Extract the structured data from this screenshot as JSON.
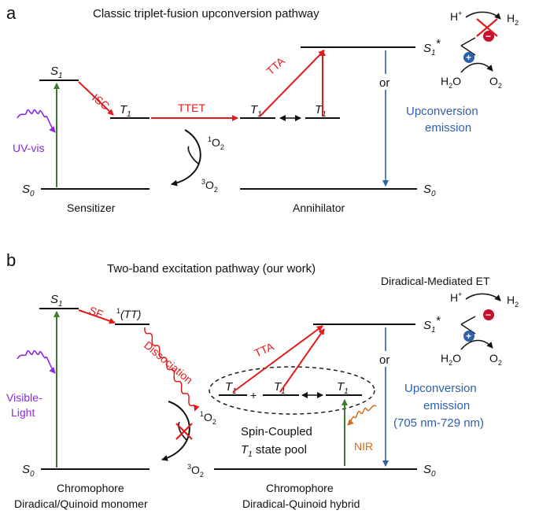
{
  "panel_a": {
    "label": "a",
    "title": "Classic triplet-fusion upconversion pathway",
    "sens_s1": "S",
    "sens_s1_sub": "1",
    "isc": "ISC",
    "sens_t1": "T",
    "sens_t1_sub": "1",
    "ttet": "TTET",
    "ann_t1a": "T",
    "ann_t1a_sub": "1",
    "ann_t1b": "T",
    "ann_t1b_sub": "1",
    "tta": "TTA",
    "s1star": "S",
    "s1star_sub": "1",
    "s1star_sup": "*",
    "or": "or",
    "emission_line1": "Upconversion",
    "emission_line2": "emission",
    "uv": "UV-vis",
    "singlet_o2_sup": "1",
    "singlet_o2": "O",
    "singlet_o2_sub": "2",
    "triplet_o2_sup": "3",
    "triplet_o2": "O",
    "triplet_o2_sub": "2",
    "sens_s0": "S",
    "sens_s0_sub": "0",
    "ann_s0": "S",
    "ann_s0_sub": "0",
    "sensitizer": "Sensitizer",
    "annihilator": "Annihilator",
    "hplus": "H",
    "hplus_sup": "+",
    "h2": "H",
    "h2_sub": "2",
    "h2o": "H",
    "h2o_sub": "2",
    "h2o_o": "O",
    "o2": "O",
    "o2_sub": "2",
    "minus": "−",
    "plus": "+"
  },
  "panel_b": {
    "label": "b",
    "title": "Two-band excitation pathway (our work)",
    "et_title": "Diradical-Mediated ET",
    "s1": "S",
    "s1_sub": "1",
    "sf": "SF",
    "tt_sup": "1",
    "tt": "(TT)",
    "dissociation": "Dissociation",
    "tta": "TTA",
    "s1star": "S",
    "s1star_sub": "1",
    "s1star_sup": "*",
    "or": "or",
    "t1a": "T",
    "t1a_sub": "1",
    "plus_sign": "+",
    "t1b": "T",
    "t1b_sub": "1",
    "t1c": "T",
    "t1c_sub": "1",
    "visible_line1": "Visible-",
    "visible_line2": "Light",
    "singlet_o2_sup": "1",
    "singlet_o2": "O",
    "singlet_o2_sub": "2",
    "triplet_o2_sup": "3",
    "triplet_o2": "O",
    "triplet_o2_sub": "2",
    "pool_line1": "Spin-Coupled",
    "pool_line2_t": "T",
    "pool_line2_sub": "1",
    "pool_line2_rest": " state pool",
    "nir": "NIR",
    "emission_line1": "Upconversion",
    "emission_line2": "emission",
    "emission_line3": "(705 nm-729 nm)",
    "s0_left": "S",
    "s0_left_sub": "0",
    "s0_right": "S",
    "s0_right_sub": "0",
    "left_caption1": "Chromophore",
    "left_caption2": "Diradical/Quinoid monomer",
    "right_caption1": "Chromophore",
    "right_caption2": "Diradical-Quinoid hybrid",
    "hplus": "H",
    "hplus_sup": "+",
    "h2": "H",
    "h2_sub": "2",
    "h2o": "H",
    "h2o_sub": "2",
    "h2o_o": "O",
    "o2": "O",
    "o2_sub": "2",
    "minus": "−",
    "plus": "+"
  },
  "colors": {
    "red": "#e01b1b",
    "green": "#3a7d2c",
    "blue": "#2f5fa8",
    "purple": "#8a2be2",
    "orange": "#d46a1a",
    "black": "#111111"
  }
}
